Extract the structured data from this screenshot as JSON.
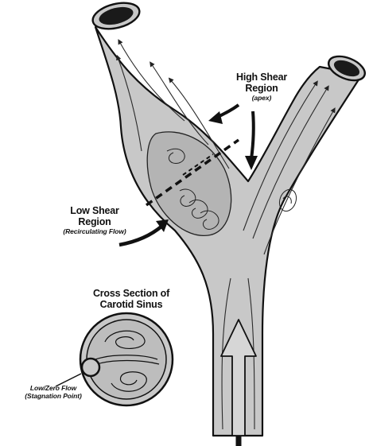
{
  "labels": {
    "high_shear": {
      "line1": "High Shear",
      "line2": "Region",
      "sub": "(apex)"
    },
    "low_shear": {
      "line1": "Low Shear",
      "line2": "Region",
      "sub": "(Recirculating Flow)"
    },
    "cross_section": {
      "line1": "Cross Section of",
      "line2": "Carotid Sinus"
    },
    "stagnation": {
      "line1": "Low/Zero Flow",
      "line2": "(Stagnation Point)"
    }
  },
  "colors": {
    "vessel_fill": "#c8c8c8",
    "sinus_fill": "#b4b4b4",
    "ink": "#111111",
    "lumen": "#1a1a1a"
  },
  "icons": {
    "flow_direction": "up-arrow-icon",
    "pointer": "curved-arrow-icon"
  }
}
